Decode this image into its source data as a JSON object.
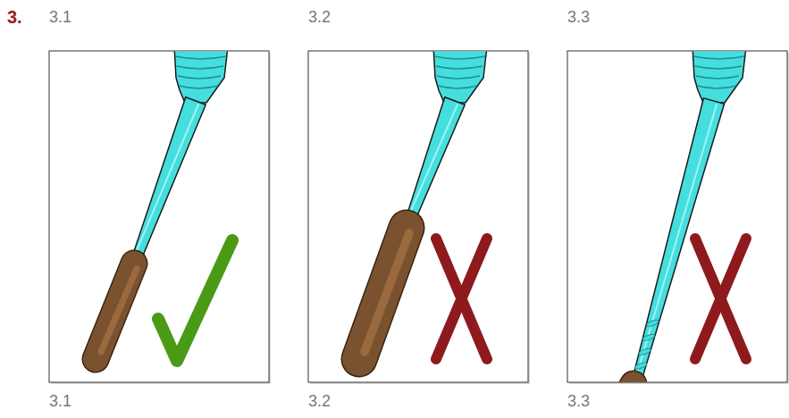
{
  "diagram": {
    "labels": [
      "3.",
      "3.1",
      "3.2",
      "3.3",
      "3.1",
      "3.2",
      "3.3"
    ]
  }
}
